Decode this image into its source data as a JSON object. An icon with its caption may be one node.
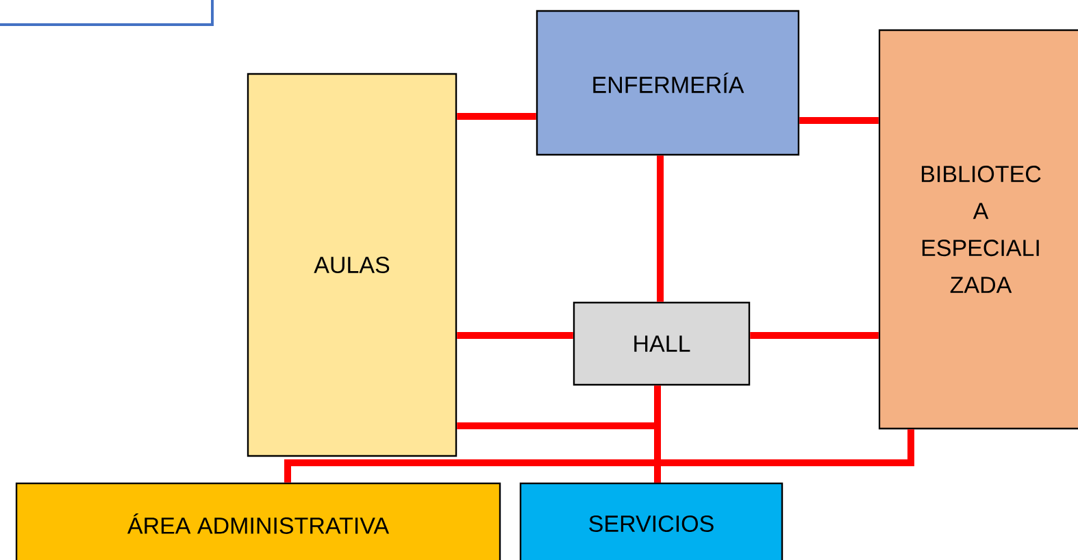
{
  "diagram": {
    "nodes": [
      {
        "text": [],
        "shape": "box"
      },
      {
        "text": [
          "ENFERMERÍA"
        ]
      },
      {
        "text": [
          "AULAS"
        ]
      },
      {
        "text": [
          "BIBLIOTEC A ESPECIALI ZADA"
        ]
      },
      {
        "text": [
          "HALL"
        ]
      },
      {
        "text": [
          "ÁREA ADMINISTRATIVA"
        ]
      },
      {
        "text": [
          "SERVICIOS"
        ]
      }
    ],
    "edges": [
      {
        "from": 2,
        "to": 1,
        "arrow": "none"
      },
      {
        "from": 1,
        "to": 3,
        "arrow": "none"
      },
      {
        "from": 1,
        "to": 4,
        "arrow": "none"
      },
      {
        "from": 2,
        "to": 4,
        "arrow": "none"
      },
      {
        "from": 4,
        "to": 3,
        "arrow": "none"
      },
      {
        "from": 4,
        "to": 6,
        "arrow": "none"
      },
      {
        "from": 2,
        "to": 6,
        "arrow": "none"
      },
      {
        "from": 3,
        "to": 5,
        "arrow": "none"
      }
    ]
  }
}
